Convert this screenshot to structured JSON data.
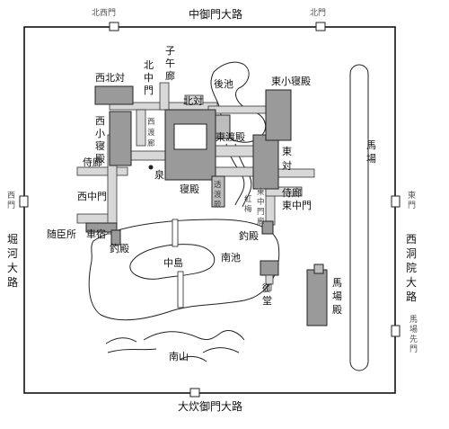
{
  "roads": {
    "north": "中御門大路",
    "south": "大炊御門大路",
    "west": "堀河大路",
    "east": "西洞院大路"
  },
  "gates": {
    "north_west": "北西門",
    "north": "北門",
    "west": "西門",
    "east": "東門",
    "east_baba": "馬場先門"
  },
  "buildings": {
    "nishi_kitanotai": "西北対",
    "kita_nakamon": "北中門",
    "nego_ro": "子午廊",
    "kita_tai": "北対",
    "higashi_kogaku": "東小寝殿",
    "nishi_kogaku": "西小寝殿",
    "nishi_watadono": "西渡廊",
    "higashi_watadono": "東渡殿",
    "higashi_tai": "東対",
    "izumi": "泉",
    "shinden": "寝殿",
    "suki_watadono": "透渡殿",
    "nishi_samurai": "侍廊",
    "nishi_chumon": "西中門",
    "higashi_samurai": "侍廊",
    "higashi_chumon": "東中門",
    "kobai": "紅梅",
    "higashi_chumon_ro": "東中門廊",
    "zuijin": "随臣所",
    "kurumayado": "車宿",
    "tsuridono_w": "釣殿",
    "tsuridono_e": "釣殿",
    "nakajima": "中島",
    "minami_ike": "南池",
    "ushiro_ike": "後池",
    "mido": "御堂",
    "baba": "馬場",
    "baba_den": "馬場殿",
    "nanzan": "南山"
  }
}
